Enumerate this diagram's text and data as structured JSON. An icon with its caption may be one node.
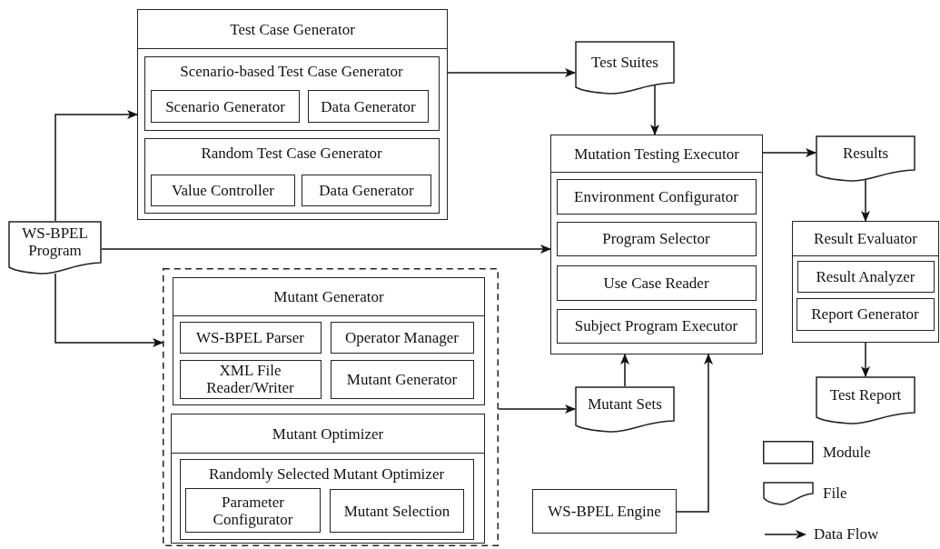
{
  "diagram": {
    "nodes": [
      {
        "text": [
          "Test Case Generator"
        ]
      },
      {
        "text": [
          "Scenario-based Test Case Generator"
        ],
        "in": 0
      },
      {
        "text": [
          "Scenario Generator"
        ],
        "in": 1
      },
      {
        "text": [
          "Data Generator"
        ],
        "in": 1
      },
      {
        "text": [
          "Random Test Case Generator"
        ],
        "in": 0
      },
      {
        "text": [
          "Value Controller"
        ],
        "in": 4
      },
      {
        "text": [
          "Data Generator"
        ],
        "in": 4
      },
      {
        "text": [
          "Test Suites"
        ]
      },
      {
        "text": [
          "WS-BPEL Program"
        ]
      },
      {
        "text": [],
        "shape": "box"
      },
      {
        "text": [
          "Mutant Generator"
        ],
        "in": 9
      },
      {
        "text": [
          "WS-BPEL Parser"
        ],
        "in": 10
      },
      {
        "text": [
          "Operator Manager"
        ],
        "in": 10
      },
      {
        "text": [
          "XML File Reader/Writer"
        ],
        "in": 10
      },
      {
        "text": [
          "Mutant Generator"
        ],
        "in": 10
      },
      {
        "text": [
          "Mutant Optimizer"
        ],
        "in": 9
      },
      {
        "text": [
          "Randomly Selected Mutant Optimizer"
        ],
        "in": 15
      },
      {
        "text": [
          "Parameter Configurator"
        ],
        "in": 16
      },
      {
        "text": [
          "Mutant Selection"
        ],
        "in": 16
      },
      {
        "text": [
          "Mutation Testing Executor"
        ]
      },
      {
        "text": [
          "Environment Configurator"
        ],
        "in": 19
      },
      {
        "text": [
          "Program Selector"
        ],
        "in": 19
      },
      {
        "text": [
          "Use Case Reader"
        ],
        "in": 19
      },
      {
        "text": [
          "Subject Program Executor"
        ],
        "in": 19
      },
      {
        "text": [
          "Results"
        ]
      },
      {
        "text": [
          "Result Evaluator"
        ]
      },
      {
        "text": [
          "Result Analyzer"
        ],
        "in": 25
      },
      {
        "text": [
          "Report Generator"
        ],
        "in": 25
      },
      {
        "text": [
          "Test Report"
        ]
      },
      {
        "text": [
          "Mutant Sets"
        ]
      },
      {
        "text": [
          "WS-BPEL Engine"
        ]
      }
    ],
    "edges": [
      {
        "from": 0,
        "to": 7,
        "arrow": "to"
      },
      {
        "from": 7,
        "to": 19,
        "arrow": "to"
      },
      {
        "from": 8,
        "to": 0,
        "arrow": "to"
      },
      {
        "from": 8,
        "to": 19,
        "arrow": "to"
      },
      {
        "from": 8,
        "to": 9,
        "arrow": "to"
      },
      {
        "from": 9,
        "to": 29,
        "arrow": "to"
      },
      {
        "from": 29,
        "to": 19,
        "arrow": "to"
      },
      {
        "from": 30,
        "to": 19,
        "arrow": "to"
      },
      {
        "from": 19,
        "to": 24,
        "arrow": "to"
      },
      {
        "from": 24,
        "to": 25,
        "arrow": "to"
      },
      {
        "from": 25,
        "to": 28,
        "arrow": "to"
      }
    ],
    "legend": [
      {
        "text": "Module"
      },
      {
        "text": "File"
      },
      {
        "text": "Data Flow"
      }
    ]
  }
}
